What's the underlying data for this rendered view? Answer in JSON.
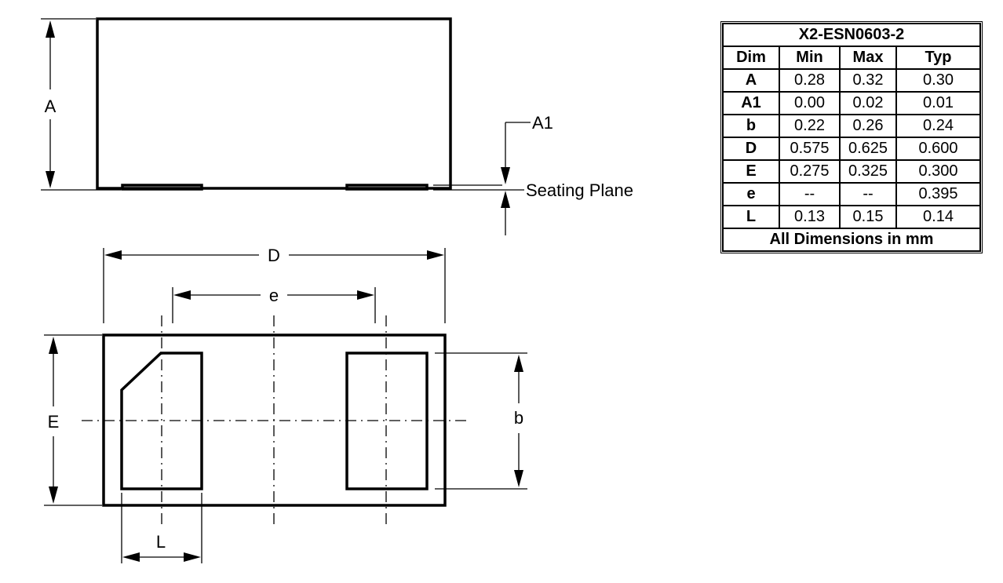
{
  "side_view": {
    "label_A": "A",
    "label_A1": "A1",
    "label_seating_plane": "Seating Plane"
  },
  "top_view": {
    "label_D": "D",
    "label_e": "e",
    "label_E": "E",
    "label_b": "b",
    "label_L": "L"
  },
  "table": {
    "title": "X2-ESN0603-2",
    "headers": [
      "Dim",
      "Min",
      "Max",
      "Typ"
    ],
    "rows": [
      [
        "A",
        "0.28",
        "0.32",
        "0.30"
      ],
      [
        "A1",
        "0.00",
        "0.02",
        "0.01"
      ],
      [
        "b",
        "0.22",
        "0.26",
        "0.24"
      ],
      [
        "D",
        "0.575",
        "0.625",
        "0.600"
      ],
      [
        "E",
        "0.275",
        "0.325",
        "0.300"
      ],
      [
        "e",
        "--",
        "--",
        "0.395"
      ],
      [
        "L",
        "0.13",
        "0.15",
        "0.14"
      ]
    ],
    "footer": "All Dimensions in mm"
  }
}
